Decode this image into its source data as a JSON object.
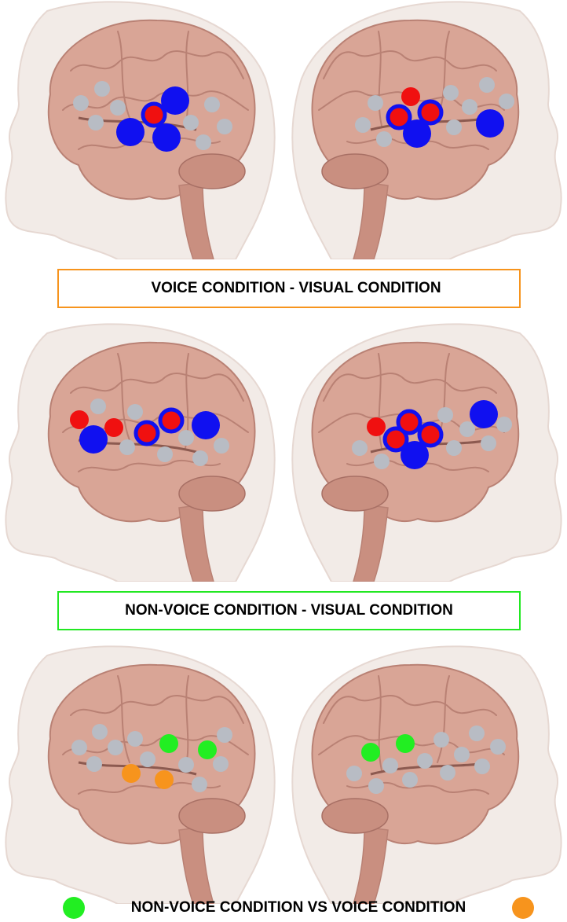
{
  "labels": {
    "voice_minus_visual": "VOICE CONDITION - VISUAL CONDITION",
    "nonvoice_minus_visual": "NON-VOICE CONDITION - VISUAL CONDITION",
    "nonvoice_vs_voice": "NON-VOICE CONDITION VS VOICE CONDITION"
  },
  "colors": {
    "channel_inactive": "#b8bcc4",
    "channel_blue": "#1010f0",
    "channel_red": "#f01010",
    "channel_green": "#22ee22",
    "channel_orange": "#f7941d",
    "box1_border": "#f7941d",
    "box2_border": "#22e822",
    "brain": "#d9a596",
    "head": "#f2ebe7"
  },
  "legend": {
    "left_marker": "green-dot",
    "right_marker": "orange-dot"
  }
}
